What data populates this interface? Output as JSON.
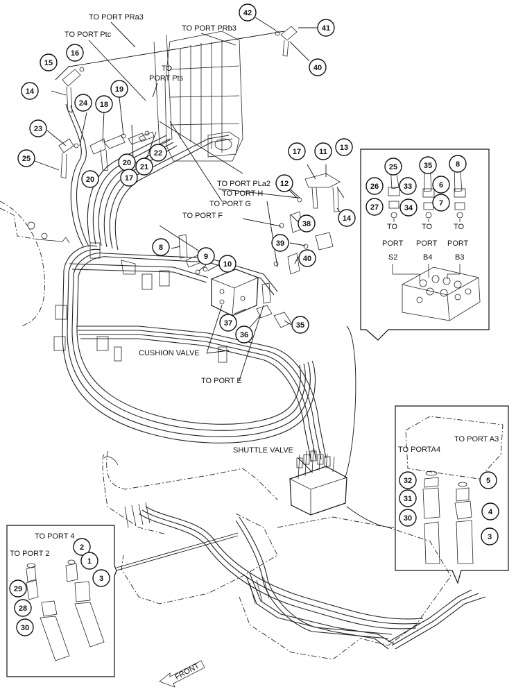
{
  "labels": {
    "port_pra3": "TO PORT PRa3",
    "port_ptc": "TO PORT Ptc",
    "port_prb3": "TO PORT PRb3",
    "port_pts_line1": "TO",
    "port_pts_line2": "PORT Pts",
    "port_pla2": "TO PORT PLa2",
    "port_h": "TO PORT H",
    "port_g": "TO PORT G",
    "port_f": "TO PORT F",
    "cushion_valve": "CUSHION VALVE",
    "port_e": "TO PORT E",
    "shuttle_valve": "SHUTTLE VALVE",
    "port_4": "TO PORT 4",
    "port_2": "TO PORT 2",
    "port_a4": "TO PORTA4",
    "port_a3": "TO PORT A3",
    "front": "FRONT",
    "inset_to_1": "TO",
    "inset_port_1": "PORT",
    "inset_code_1": "S2",
    "inset_to_2": "TO",
    "inset_port_2": "PORT",
    "inset_code_2": "B4",
    "inset_to_3": "TO",
    "inset_port_3": "PORT",
    "inset_code_3": "B3"
  },
  "callouts": {
    "c42": "42",
    "c41": "41",
    "c40a": "40",
    "c16": "16",
    "c15": "15",
    "c14a": "14",
    "c24": "24",
    "c19": "19",
    "c18": "18",
    "c23": "23",
    "c25a": "25",
    "c20a": "20",
    "c20b": "20",
    "c21": "21",
    "c22": "22",
    "c17a": "17",
    "c17b": "17",
    "c11": "11",
    "c13": "13",
    "c12": "12",
    "c14b": "14",
    "c38": "38",
    "c39": "39",
    "c40b": "40",
    "c8a": "8",
    "c9": "9",
    "c10": "10",
    "c37": "37",
    "c36": "36",
    "c35a": "35",
    "c25b": "25",
    "c35b": "35",
    "c8b": "8",
    "c26": "26",
    "c33": "33",
    "c6": "6",
    "c27": "27",
    "c34": "34",
    "c7": "7",
    "c32": "32",
    "c31": "31",
    "c30a": "30",
    "c5": "5",
    "c4": "4",
    "c3a": "3",
    "c2": "2",
    "c1": "1",
    "c3b": "3",
    "c29": "29",
    "c28": "28",
    "c30b": "30"
  }
}
